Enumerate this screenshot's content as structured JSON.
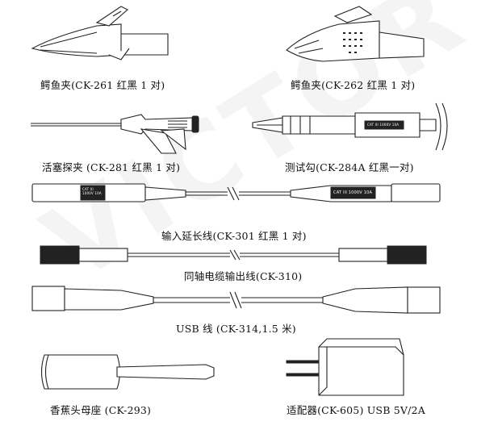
{
  "watermark": "VICTOR KEYBERTEK",
  "items": [
    {
      "caption": "鳄鱼夹(CK-261 红黑 1 对)"
    },
    {
      "caption": "鳄鱼夹(CK-262 红黑 1 对)"
    },
    {
      "caption": "活塞探夹 (CK-281 红黑 1 对)"
    },
    {
      "caption": "测试勾(CK-284A 红黑一对)"
    },
    {
      "caption": "输入延长线(CK-301 红黑 1 对)"
    },
    {
      "caption": "同轴电缆输出线(CK-310)"
    },
    {
      "caption": "USB 线 (CK-314,1.5 米)"
    },
    {
      "caption": "香蕉头母座 (CK-293)"
    },
    {
      "caption": "适配器(CK-605) USB 5V/2A"
    }
  ],
  "labels": {
    "cable_plug_left": "CAT III 1000V 10A",
    "cable_plug_right": "CAT III 1000V 10A",
    "hook_body": "CAT III 1000V 10A"
  }
}
